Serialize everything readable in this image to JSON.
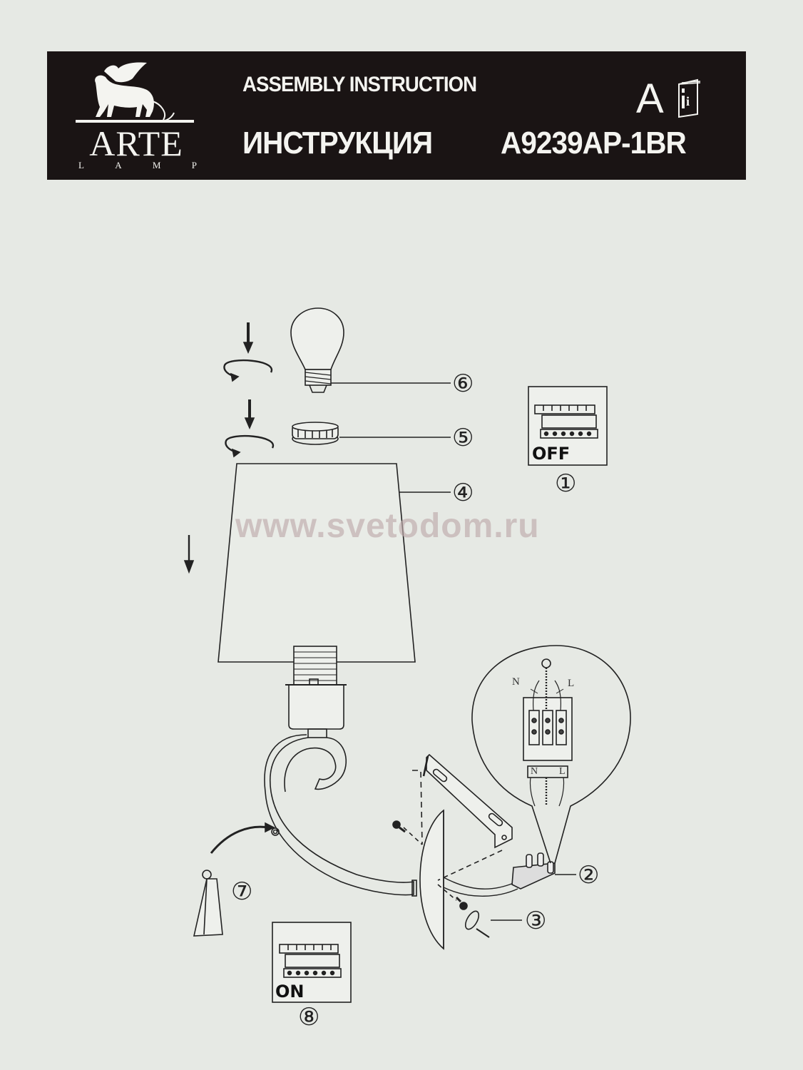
{
  "header": {
    "brand": "ARTE",
    "brand_sub": [
      "L",
      "A",
      "M",
      "P"
    ],
    "title_en": "ASSEMBLY INSTRUCTION",
    "title_ru": "ИНСТРУКЦИЯ",
    "model": "A9239AP-1BR",
    "language_mark": "A",
    "info_icon": "book-info-icon",
    "background": "#1a1414",
    "text_color": "#f4f4f0"
  },
  "watermark": "www.svetodom.ru",
  "steps": [
    {
      "number": "①",
      "label": "OFF",
      "part": "circuit-breaker-off"
    },
    {
      "number": "②",
      "part": "terminal-block"
    },
    {
      "number": "③",
      "part": "mounting-screws"
    },
    {
      "number": "④",
      "part": "lamp-shade"
    },
    {
      "number": "⑤",
      "part": "shade-ring"
    },
    {
      "number": "⑥",
      "part": "light-bulb"
    },
    {
      "number": "⑦",
      "part": "crystal-pendant"
    },
    {
      "number": "⑧",
      "label": "ON",
      "part": "circuit-breaker-on"
    }
  ],
  "wiring_detail": {
    "neutral": "N",
    "live": "L",
    "ground_icon": "ground-icon"
  }
}
